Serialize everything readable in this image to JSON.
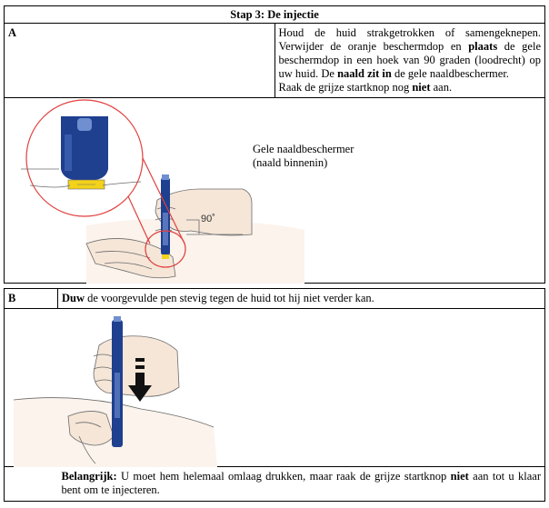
{
  "title": "Stap 3: De injectie",
  "stepA": {
    "letter": "A",
    "text1": "Houd de huid strakgetrokken of samengeknepen. Verwijder de oranje beschermdop en ",
    "text1_bold": "plaats",
    "text2": " de gele beschermdop in een hoek van 90 graden (loodrecht) op uw huid. De ",
    "text2_bold": "naald zit in",
    "text3": " de gele naaldbeschermer.",
    "line2_a": "Raak de grijze startknop nog ",
    "line2_bold": "niet",
    "line2_b": " aan.",
    "caption_line1": "Gele naaldbeschermer",
    "caption_line2": "(naald binnenin)",
    "angle_label": "90˚"
  },
  "stepB": {
    "letter": "B",
    "text_bold": "Duw",
    "text": " de voorgevulde pen stevig tegen de huid tot hij niet verder kan.",
    "note_bold": "Belangrijk:",
    "note_a": " U moet hem helemaal omlaag drukken, maar raak de grijze startknop ",
    "note_bold2": "niet",
    "note_b": " aan tot u klaar bent om te injecteren."
  },
  "colors": {
    "pen_blue": "#1f3f8f",
    "pen_light": "#6f8fd0",
    "yellow": "#f2d21a",
    "red_circle": "#e0403e",
    "skin_line": "#6b6b6b"
  }
}
